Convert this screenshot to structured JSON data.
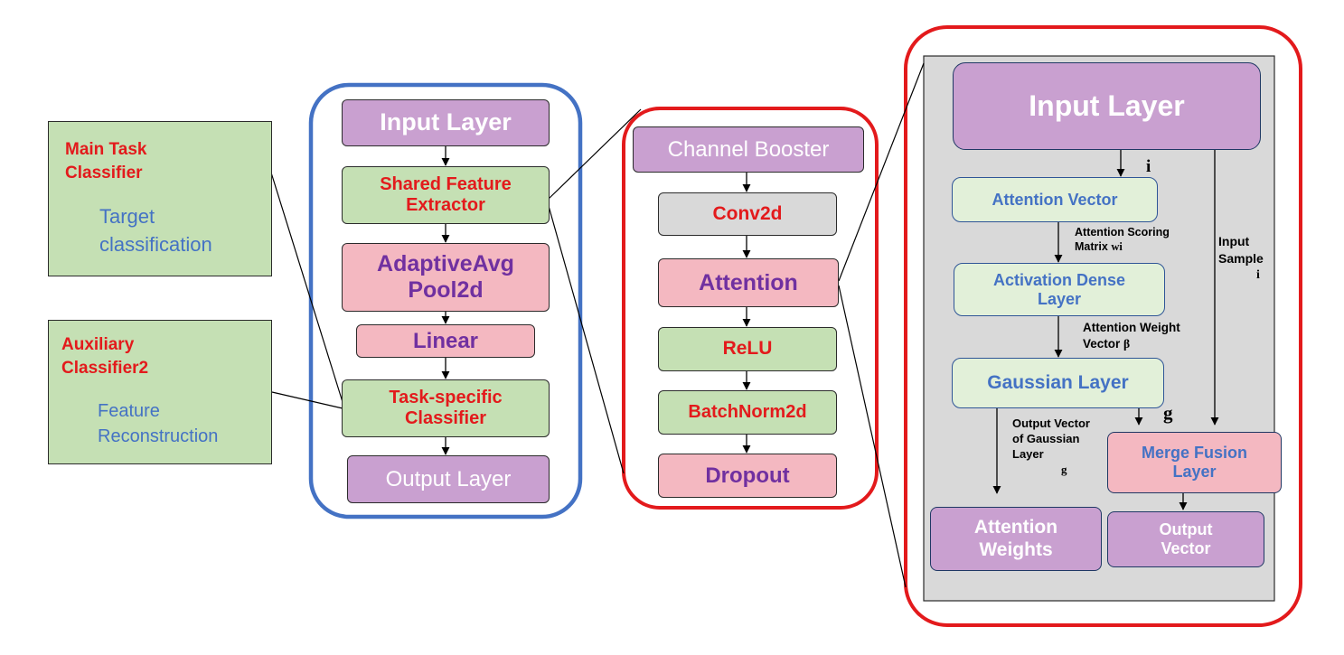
{
  "side_panels": {
    "main_task": {
      "title_line1": "Main Task",
      "title_line2": "Classifier",
      "sub_line1": "Target",
      "sub_line2": "classification"
    },
    "auxiliary": {
      "title_line1": "Auxiliary",
      "title_line2": "Classifier2",
      "sub_line1": "Feature",
      "sub_line2": "Reconstruction"
    }
  },
  "pipeline": {
    "input_layer": "Input Layer",
    "shared_feature_line1": "Shared Feature",
    "shared_feature_line2": "Extractor",
    "adaptive_line1": "AdaptiveAvg",
    "adaptive_line2": "Pool2d",
    "linear": "Linear",
    "task_specific_line1": "Task-specific",
    "task_specific_line2": "Classifier",
    "output_layer": "Output Layer"
  },
  "extractor_detail": {
    "channel_booster": "Channel Booster",
    "conv2d": "Conv2d",
    "attention": "Attention",
    "relu": "ReLU",
    "batchnorm": "BatchNorm2d",
    "dropout": "Dropout"
  },
  "attention_detail": {
    "input_layer": "Input Layer",
    "attention_vector": "Attention Vector",
    "activation_dense_line1": "Activation Dense",
    "activation_dense_line2": "Layer",
    "gaussian_layer": "Gaussian Layer",
    "merge_fusion_line1": "Merge Fusion",
    "merge_fusion_line2": "Layer",
    "attention_weights_line1": "Attention",
    "attention_weights_line2": "Weights",
    "output_vector_line1": "Output",
    "output_vector_line2": "Vector",
    "label_i_top": "i",
    "scoring_line1": "Attention Scoring",
    "scoring_line2": "Matrix",
    "scoring_sym": "wi",
    "weight_line1": "Attention Weight",
    "weight_line2": "Vector",
    "weight_sym": "β",
    "input_sample_line1": "Input",
    "input_sample_line2": "Sample",
    "input_sample_sym": "i",
    "g_label": "g",
    "output_gauss_line1": "Output Vector",
    "output_gauss_line2": "of Gaussian",
    "output_gauss_line3": "Layer",
    "output_gauss_sym": "g"
  },
  "colors": {
    "blue_frame": "#4472c4",
    "red_frame": "#e31a1c",
    "panel_grey": "#d9d9d9",
    "violet": "#c9a0d0",
    "green": "#c5e0b4",
    "pink": "#f4b8c1"
  }
}
